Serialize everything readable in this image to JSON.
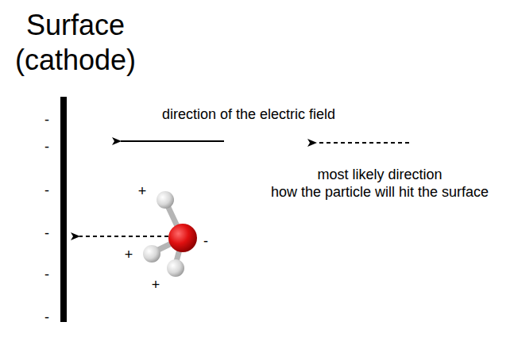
{
  "diagram": {
    "title": "Surface (cathode)",
    "labels": [
      "-",
      "-",
      "-",
      "-",
      "-",
      "-",
      "direction of the electric field",
      "most likely direction how the particle will hit the surface",
      "+",
      "+",
      "+",
      "-"
    ]
  }
}
